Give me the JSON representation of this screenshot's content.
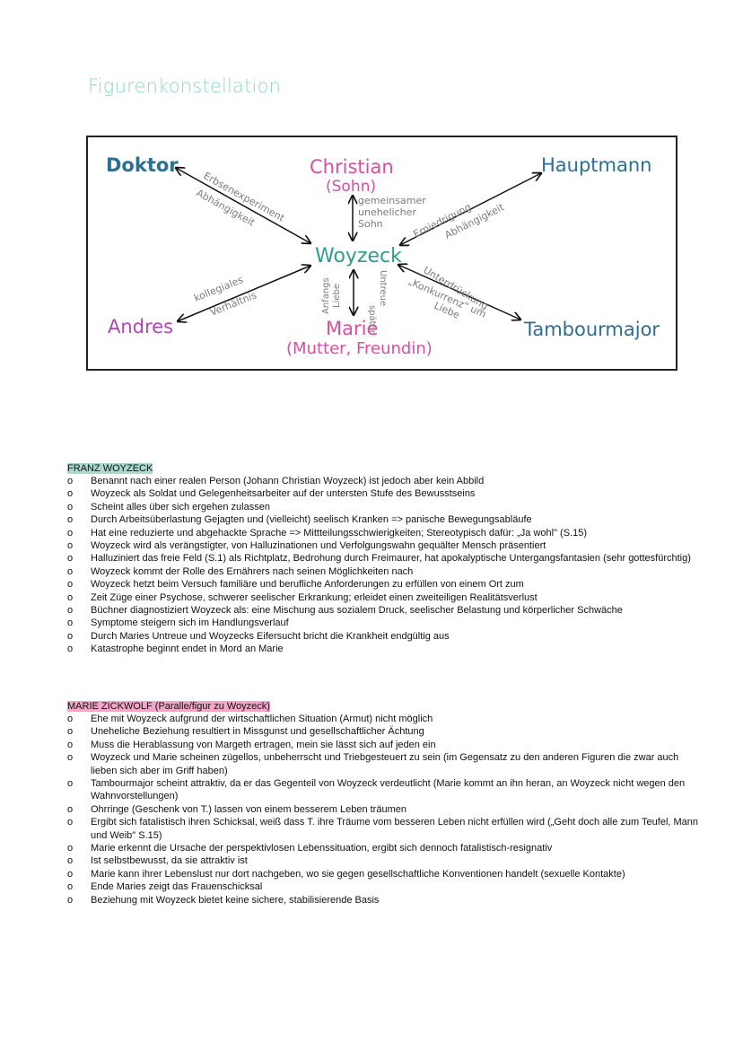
{
  "page": {
    "title": "Figurenkonstellation"
  },
  "diagram": {
    "nodes": {
      "doktor": "Doktor",
      "christian": "Christian",
      "christian_sub": "(Sohn)",
      "hauptmann": "Hauptmann",
      "woyzeck": "Woyzeck",
      "andres": "Andres",
      "marie": "Marie",
      "marie_sub": "(Mutter, Freundin)",
      "tambourmajor": "Tambourmajor"
    },
    "edge_labels": {
      "doktor_1": "Erbsenexperiment",
      "doktor_2": "Abhängigkeit",
      "christian_1": "gemeinsamer",
      "christian_2": "unehelicher",
      "christian_3": "Sohn",
      "hauptmann_1": "Erniedrigung",
      "hauptmann_2": "Abhängigkeit",
      "andres_1": "kollegiales",
      "andres_2": "Verhältnis",
      "marie_1": "Anfangs",
      "marie_2": "Liebe",
      "marie_3": "später",
      "marie_4": "Untreue",
      "tambour_1": "Unterdrückung",
      "tambour_2": "„Konkurrenz“ um",
      "tambour_3": "Liebe"
    },
    "colors": {
      "blue": "#2b6f93",
      "pink": "#d94fa0",
      "teal": "#2f9c90",
      "gray": "#7b7b7b"
    }
  },
  "section1": {
    "heading": "FRANZ WOYZECK",
    "items": [
      "Benannt nach einer realen Person (Johann Christian Woyzeck) ist jedoch aber kein Abbild",
      "Woyzeck als Soldat und Gelegenheitsarbeiter auf der untersten Stufe des Bewusstseins",
      "Scheint alles über sich ergehen zulassen",
      "Durch Arbeitsüberlastung Gejagten und (vielleicht) seelisch Kranken => panische Bewegungsabläufe",
      "Hat eine reduzierte und abgehackte Sprache => Mittteilungsschwierigkeiten; Stereotypisch dafür: „Ja wohl\" (S.15)",
      "Woyzeck wird als verängstigter, von Halluzinationen und Verfolgungswahn gequälter Mensch präsentiert",
      "Halluziniert das freie Feld (S.1) als Richtplatz, Bedrohung durch Freimaurer, hat apokalyptische Untergangsfantasien (sehr gottesfürchtig)",
      "Woyzeck kommt der Rolle des Ernährers nach seinen Möglichkeiten nach",
      "Woyzeck hetzt beim Versuch familiäre und berufliche Anforderungen zu erfüllen von einem Ort zum",
      "Zeit Züge einer Psychose, schwerer seelischer Erkrankung; erleidet einen zweiteiligen Realitätsverlust",
      "Büchner diagnostiziert Woyzeck als: eine Mischung aus sozialem Druck, seelischer Belastung und körperlicher Schwäche",
      "Symptome steigern sich im Handlungsverlauf",
      "Durch Maries Untreue und Woyzecks Eifersucht bricht die Krankheit endgültig aus",
      "Katastrophe beginnt endet in Mord an Marie"
    ]
  },
  "section2": {
    "heading": "MARIE ZICKWOLF (Paralle/figur zu Woyzeck)",
    "items": [
      "Ehe mit Woyzeck aufgrund der wirtschaftlichen Situation (Armut) nicht möglich",
      "Uneheliche Beziehung resultiert in Missgunst und gesellschaftlicher Ächtung",
      "Muss die Herablassung von Margeth ertragen, mein sie lässt sich auf jeden ein",
      "Woyzeck und Marie scheinen zügellos, unbeherrscht und Triebgesteuert zu sein (im Gegensatz zu den anderen Figuren die zwar auch lieben sich aber im Griff haben)",
      "Tambourmajor scheint attraktiv, da er das Gegenteil von Woyzeck verdeutlicht (Marie kommt an ihn heran, an Woyzeck nicht wegen den Wahnvorstellungen)",
      "Ohrringe (Geschenk von T.) lassen von einem besserem Leben träumen",
      "Ergibt sich fatalistisch ihren Schicksal, weiß dass T. ihre Träume vom besseren Leben nicht erfüllen wird („Geht doch alle zum Teufel, Mann und Weib\" S.15)",
      "Marie erkennt die Ursache der perspektivlosen Lebenssituation, ergibt sich dennoch fatalistisch-resignativ",
      "Ist selbstbewusst, da sie attraktiv ist",
      "Marie kann ihrer Lebenslust nur dort nachgeben, wo sie gegen gesellschaftliche Konventionen handelt (sexuelle Kontakte)",
      "Ende Maries zeigt das Frauenschicksal",
      "Beziehung mit Woyzeck bietet keine sichere, stabilisierende Basis"
    ]
  }
}
